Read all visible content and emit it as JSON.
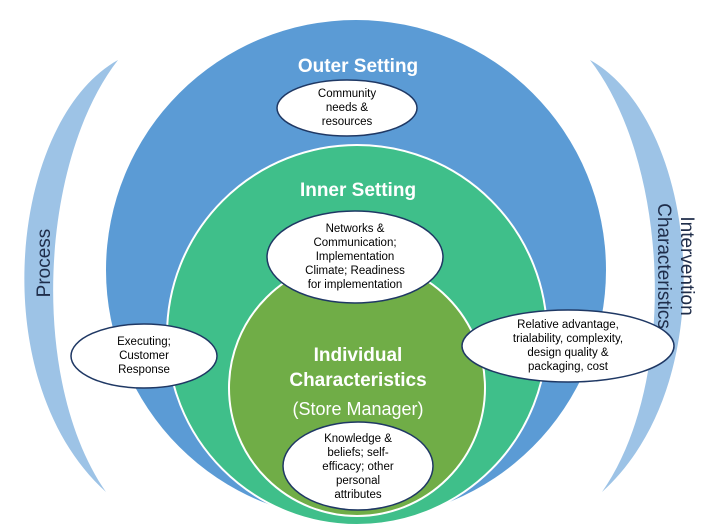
{
  "colors": {
    "outer_ring": "#5b9bd5",
    "inner_ring": "#3fbf8a",
    "core": "#70ad47",
    "side_bands": "#9dc3e6",
    "bubble_fill": "#ffffff",
    "bubble_stroke": "#1f3864"
  },
  "outer_setting": {
    "title": "Outer Setting",
    "bubble_lines": [
      "Community",
      "needs &",
      "resources"
    ]
  },
  "inner_setting": {
    "title": "Inner Setting",
    "bubble_lines": [
      "Networks &",
      "Communication;",
      "Implementation",
      "Climate; Readiness",
      "for implementation"
    ]
  },
  "individual": {
    "title_lines": [
      "Individual",
      "Characteristics"
    ],
    "subtitle": "(Store Manager)",
    "bubble_lines": [
      "Knowledge &",
      "beliefs; self-",
      "efficacy; other",
      "personal",
      "attributes"
    ]
  },
  "process": {
    "label": "Process",
    "bubble_lines": [
      "Executing;",
      "Customer",
      "Response"
    ]
  },
  "intervention": {
    "label_lines": [
      "Intervention",
      "Characteristics"
    ],
    "bubble_lines": [
      "Relative advantage,",
      "trialability, complexity,",
      "design quality &",
      "packaging, cost"
    ]
  }
}
